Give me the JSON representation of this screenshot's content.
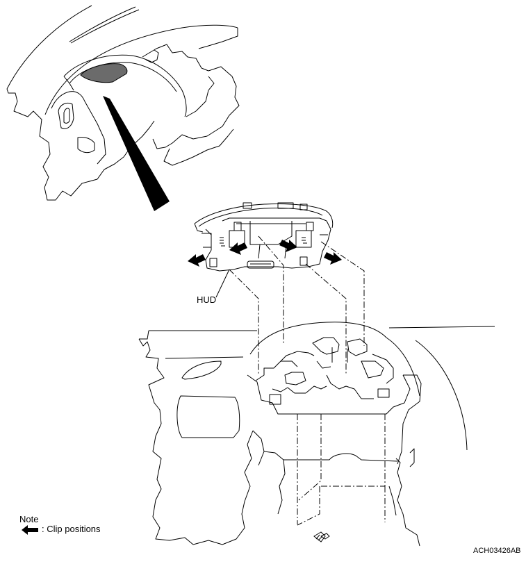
{
  "labels": {
    "hud": "HUD",
    "note_title": "Note",
    "note_text": ": Clip positions",
    "figure_code": "ACH03426AB"
  },
  "legend": {
    "arrow_icon": "filled-left-arrow",
    "meaning": "Clip positions"
  },
  "colors": {
    "line": "#000000",
    "background": "#ffffff",
    "hud_window": "#6b6b6b"
  }
}
